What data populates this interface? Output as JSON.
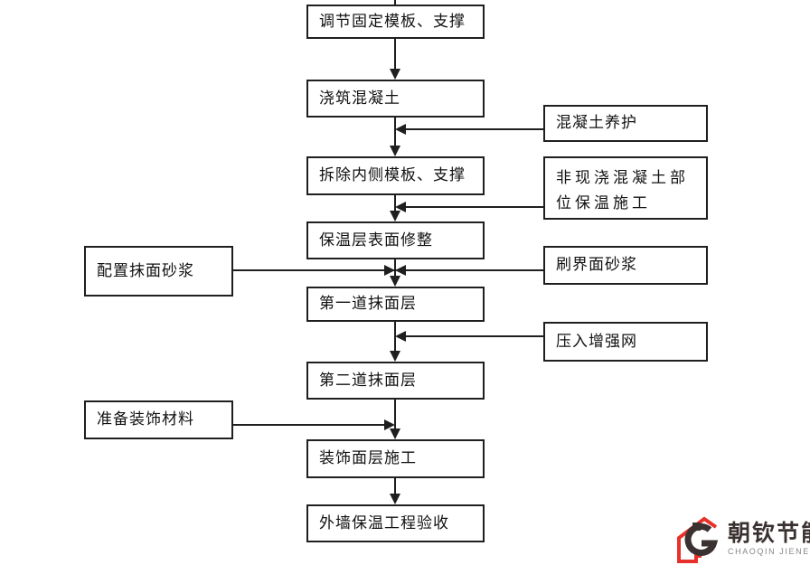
{
  "flow": {
    "main_steps": [
      {
        "label": "调节固定模板、支撑"
      },
      {
        "label": "浇筑混凝土"
      },
      {
        "label": "拆除内侧模板、支撑"
      },
      {
        "label": "保温层表面修整"
      },
      {
        "label": "第一道抹面层"
      },
      {
        "label": "第二道抹面层"
      },
      {
        "label": "装饰面层施工"
      },
      {
        "label": "外墙保温工程验收"
      }
    ],
    "left_inputs": [
      {
        "label": "配置抹面砂浆",
        "feeds_into": "第一道抹面层"
      },
      {
        "label": "准备装饰材料",
        "feeds_into": "装饰面层施工"
      }
    ],
    "right_inputs": [
      {
        "label": "混凝土养护",
        "feeds_into": "拆除内侧模板、支撑"
      },
      {
        "label": "非现浇混凝土部位保温施工",
        "feeds_into": "保温层表面修整"
      },
      {
        "label": "刷界面砂浆",
        "feeds_into": "第一道抹面层"
      },
      {
        "label": "压入增强网",
        "feeds_into": "第二道抹面层"
      }
    ]
  },
  "logo": {
    "name": "朝钦节能",
    "subtitle": "CHAOQIN JIENENG",
    "accent_color": "#e8302a",
    "text_color": "#3a3231"
  },
  "colors": {
    "line": "#1f1f1f",
    "background": "#ffffff"
  }
}
